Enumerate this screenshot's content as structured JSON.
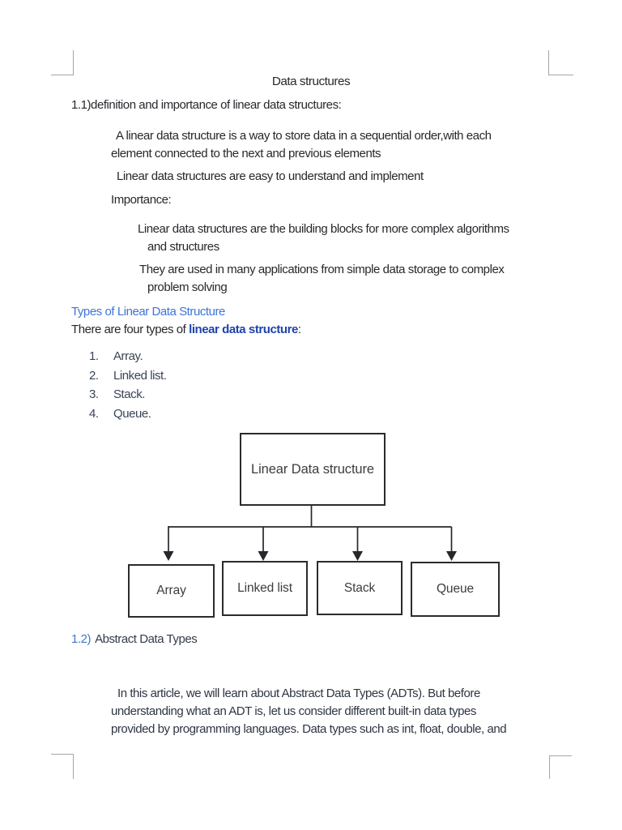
{
  "document": {
    "title": "Data structures",
    "section_1_1": {
      "heading": "1.1)definition and importance of linear data structures:",
      "definition_lines": [
        "A linear data structure is a way to store data in a sequential order,with each",
        "element connected to the next and previous elements"
      ],
      "easy_line": "Linear data structures are easy to understand and implement",
      "importance_label": "Importance:",
      "importance_point_1_lines": [
        "Linear data structures are the building blocks for more complex algorithms",
        "and structures"
      ],
      "importance_point_2_lines": [
        "They are used in many applications from simple data storage to complex",
        "problem solving"
      ]
    },
    "types_section": {
      "heading": "Types of Linear Data Structure",
      "intro_prefix": "There are four types of ",
      "intro_link_text": "linear data structure",
      "intro_suffix": ":",
      "list": [
        {
          "num": "1.",
          "label": "Array."
        },
        {
          "num": "2.",
          "label": "Linked list."
        },
        {
          "num": "3.",
          "label": "Stack."
        },
        {
          "num": "4.",
          "label": "Queue."
        }
      ]
    },
    "diagram": {
      "root_label": "Linear Data structure",
      "child_labels": [
        "Array",
        "Linked list",
        "Stack",
        "Queue"
      ]
    },
    "section_1_2": {
      "number": "1.2)",
      "heading": "Abstract Data Types",
      "paragraph_lines": [
        "In this article, we will learn about Abstract Data Types (ADTs). But before",
        "understanding what an ADT is, let us consider different built-in data types",
        "provided by programming languages. Data types such as int, float, double, and"
      ]
    }
  },
  "colors": {
    "heading_blue": "#3e74d9",
    "inline_link_blue": "#1e43b0",
    "section_number_blue": "#4176c9",
    "body_text": "#26282c",
    "diagram_line": "#26282c",
    "crop_mark_gray": "#a6a6a6"
  }
}
